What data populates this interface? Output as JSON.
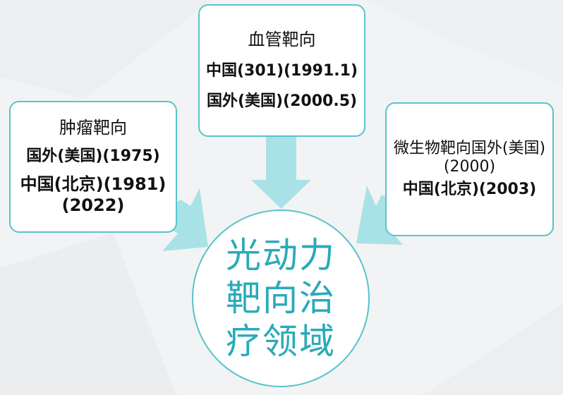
{
  "diagram": {
    "center": {
      "text": "光动力靶向治疗领域"
    },
    "boxes": {
      "left": {
        "title": "肿瘤靶向",
        "line1": "国外(美国)(1975)",
        "line2": "中国(北京)(1981)(2022)"
      },
      "top": {
        "title": "血管靶向",
        "line1": "中国(301)(1991.1)",
        "line2": "国外(美国)(2000.5)"
      },
      "right": {
        "title": "微生物靶向国外(美国)(2000)",
        "line1": "",
        "line2": "中国(北京)(2003)"
      }
    },
    "colors": {
      "accent": "#59c3cc",
      "arrow": "#a8e2e6",
      "center_text": "#2aaab9",
      "background": "#f2f3f4"
    }
  }
}
